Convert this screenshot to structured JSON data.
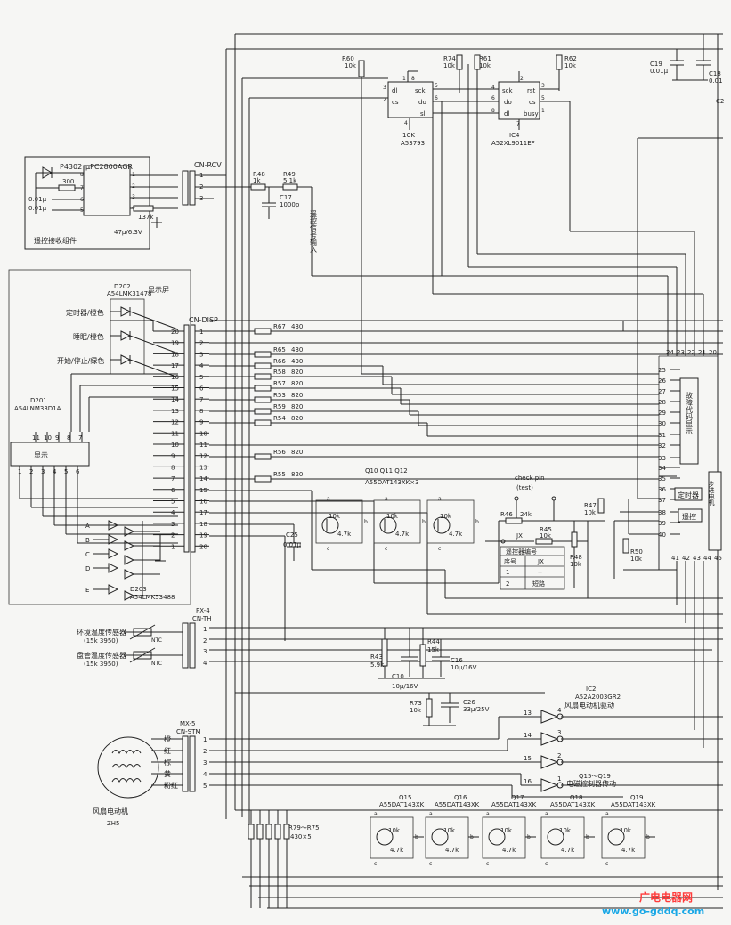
{
  "receiver": {
    "ir_led": "P4302",
    "module": "µPC2800AGR",
    "r300": "300",
    "c001a": "0.01µ",
    "c001b": "0.01µ",
    "r137k": "137k",
    "cap47": "47µ/6.3V",
    "caption": "遥控接收组件",
    "pins": [
      "8",
      "7",
      "6",
      "5",
      "1",
      "2",
      "3",
      "4"
    ]
  },
  "conn_rcv": {
    "name": "CN-RCV",
    "pins": [
      "1",
      "2",
      "3"
    ]
  },
  "rcv_parts": {
    "r48": "R48",
    "r48v": "1k",
    "r49": "R49",
    "r49v": "5.1k",
    "c17": "C17",
    "c17v": "1000p",
    "note": "遥控信号输入"
  },
  "top_parts": {
    "r60": "R60",
    "r60v": "10k",
    "r74": "R74",
    "r74v": "10k",
    "r61": "R61",
    "r61v": "10k",
    "r62": "R62",
    "r62v": "10k",
    "c19": "C19",
    "c19v": "0.01µ",
    "c18": "C18",
    "c18v": "0.01",
    "c2": "C2"
  },
  "ic_eeprom": {
    "name": "A53793",
    "ref": "1CK",
    "pin_labels": [
      "dl",
      "cs",
      "sck",
      "do",
      "sl"
    ],
    "pins": [
      "1",
      "8",
      "3",
      "5",
      "6",
      "4",
      "2"
    ]
  },
  "ic4": {
    "ref": "IC4",
    "name": "A52XL9011EF",
    "pin_labels": [
      "sck",
      "rst",
      "do",
      "cs",
      "dl",
      "busy"
    ],
    "pins": [
      "2",
      "4",
      "6",
      "5",
      "3",
      "1",
      "7",
      "8"
    ]
  },
  "display_board": {
    "d202": "D202",
    "d202p": "A54LMK31478",
    "screen": "显示屏",
    "led_labels": [
      "定时器/橙色",
      "睡眠/橙色",
      "开始/停止/绿色"
    ],
    "d201": "D201",
    "d201p": "A54LNM33D1A",
    "disp_label": "显示",
    "disp_top_pins": [
      "11",
      "10",
      "9",
      "8",
      "7"
    ],
    "disp_bottom_pins": [
      "1",
      "2",
      "3",
      "4",
      "5",
      "6"
    ],
    "seg_labels": [
      "A",
      "B",
      "C",
      "D",
      "E"
    ],
    "d203": "D203",
    "d203p": "A54LMK53488",
    "left_pins": [
      "20",
      "19",
      "18",
      "17",
      "16",
      "15",
      "14",
      "13",
      "12",
      "11",
      "10",
      "9",
      "8",
      "7",
      "6",
      "5",
      "4",
      "3",
      "2",
      "1"
    ]
  },
  "conn_disp": {
    "name": "CN-DISP",
    "pins": [
      "1",
      "2",
      "3",
      "4",
      "5",
      "6",
      "7",
      "8",
      "9",
      "10",
      "11",
      "12",
      "13",
      "14",
      "15",
      "16",
      "17",
      "18",
      "19",
      "20"
    ]
  },
  "disp_resistors": [
    {
      "ref": "R67",
      "val": "430"
    },
    {
      "ref": "R65",
      "val": "430"
    },
    {
      "ref": "R66",
      "val": "430"
    },
    {
      "ref": "R58",
      "val": "820"
    },
    {
      "ref": "R57",
      "val": "820"
    },
    {
      "ref": "R53",
      "val": "820"
    },
    {
      "ref": "R59",
      "val": "820"
    },
    {
      "ref": "R54",
      "val": "820"
    },
    {
      "ref": "R56",
      "val": "820"
    },
    {
      "ref": "R55",
      "val": "820"
    }
  ],
  "transistors_mid": {
    "refs": "Q10 Q11 Q12",
    "part": "A55DAT143XK×3",
    "r1": "10k",
    "r2": "4.7k",
    "pins": [
      "a",
      "b",
      "c"
    ]
  },
  "check": {
    "label": "check pin",
    "sub": "(test)",
    "r46": "R46",
    "r46v": "24k",
    "jx": "JX",
    "r45": "R45",
    "r45v": "10k",
    "r47": "R47",
    "r47v": "10k",
    "r48b": "R48",
    "r48bv": "10k",
    "r50": "R50",
    "r50v": "10k"
  },
  "code_table": {
    "headers": [
      "遥控器编号",
      "",
      ""
    ],
    "cols": [
      "序号",
      "JX"
    ],
    "rows": [
      [
        "1",
        "--"
      ],
      [
        "2",
        "短路"
      ]
    ]
  },
  "c25": {
    "ref": "C25",
    "val": "0.01µ"
  },
  "mcu": {
    "top_pins": [
      "24",
      "23",
      "22",
      "21",
      "20"
    ],
    "side_pins": [
      "25",
      "26",
      "27",
      "28",
      "29",
      "30",
      "31",
      "32",
      "33",
      "34",
      "35",
      "36",
      "37",
      "38",
      "39",
      "40"
    ],
    "bottom_pins": [
      "41",
      "42",
      "43",
      "44",
      "45"
    ],
    "block_code": "故障代码显示",
    "block_timer": "定时器",
    "block_remote": "遥控",
    "right_block": "步进电机"
  },
  "conn_th": {
    "name1": "PX-4",
    "name2": "CN-TH",
    "pins": [
      "1",
      "2",
      "3",
      "4"
    ],
    "sensor1": "环境温度传感器",
    "sensor1v": "(15k 3950)",
    "sensor2": "盘管温度传感器",
    "sensor2v": "(15k 3950)",
    "ntc": "NTC"
  },
  "th_parts": {
    "r43": "R43",
    "r43v": "5.9k",
    "r44": "R44",
    "r44v": "15k",
    "c16": "C16",
    "c16v": "10µ/16V",
    "c10": "C10",
    "c10v": "10µ/16V",
    "r73": "R73",
    "r73v": "10k",
    "c26": "C26",
    "c26v": "33µ/25V"
  },
  "driver": {
    "ic": "IC2",
    "part": "A52A2003GR2",
    "title": "风扇电动机驱动",
    "q_title": "Q15～Q19",
    "q_desc": "电磁控制器传动",
    "pins_in": [
      "13",
      "14",
      "15",
      "16"
    ],
    "pins_out": [
      "4",
      "3",
      "2",
      "1"
    ]
  },
  "motor_conn": {
    "name1": "MX-5",
    "name2": "CN-STM",
    "wires": [
      "橙",
      "红",
      "棕",
      "黄",
      "粉红"
    ],
    "pins": [
      "1",
      "2",
      "3",
      "4",
      "5"
    ],
    "caption": "风扇电动机",
    "caption2": "ZH5"
  },
  "bottom_transistors": [
    {
      "ref": "Q15",
      "part": "A55DAT143XK"
    },
    {
      "ref": "Q16",
      "part": "A55DAT143XK"
    },
    {
      "ref": "Q17",
      "part": "A55DAT143XK"
    },
    {
      "ref": "Q18",
      "part": "A55DAT143XK"
    },
    {
      "ref": "Q19",
      "part": "A55DAT143XK"
    }
  ],
  "bottom_res": {
    "ref": "R79～R75",
    "val": "430×5"
  },
  "watermark": {
    "text": "广电电器网",
    "url": "www.go-gddq.com",
    "c1": "#ff3b3b",
    "c2": "#17a7e6"
  }
}
